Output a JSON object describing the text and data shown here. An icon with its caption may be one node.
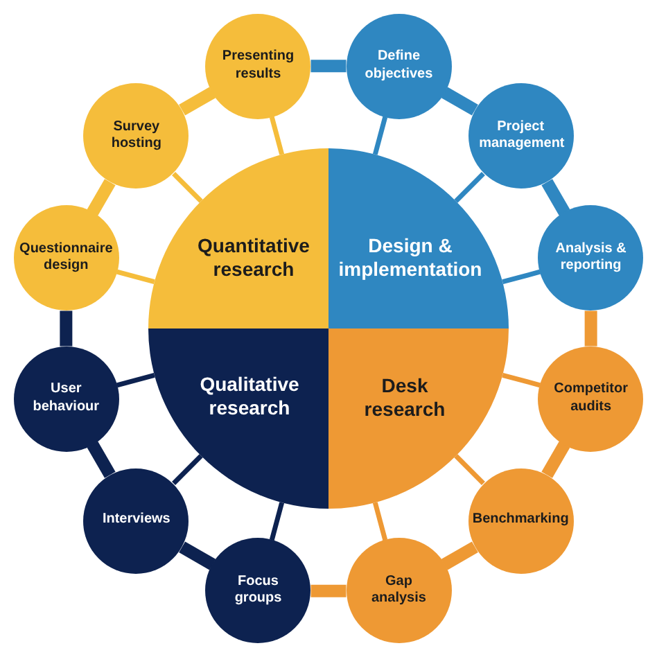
{
  "diagram": {
    "nodes": [
      {
        "text": [
          "Quantitative research"
        ]
      },
      {
        "text": [
          "Design & implementation"
        ]
      },
      {
        "text": [
          "Qualitative research"
        ]
      },
      {
        "text": [
          "Desk research"
        ]
      },
      {
        "text": [
          "Presenting results"
        ]
      },
      {
        "text": [
          "Define objectives"
        ]
      },
      {
        "text": [
          "Project management"
        ]
      },
      {
        "text": [
          "Analysis & reporting"
        ]
      },
      {
        "text": [
          "Competitor audits"
        ]
      },
      {
        "text": [
          "Benchmarking"
        ]
      },
      {
        "text": [
          "Gap analysis"
        ]
      },
      {
        "text": [
          "Focus groups"
        ]
      },
      {
        "text": [
          "Interviews"
        ]
      },
      {
        "text": [
          "User behaviour"
        ]
      },
      {
        "text": [
          "Questionnaire design"
        ]
      },
      {
        "text": [
          "Survey hosting"
        ]
      }
    ],
    "edges": [
      {
        "from": 4,
        "to": 5,
        "arrow": "none",
        "style": "thick",
        "color": "#2f87c1"
      },
      {
        "from": 5,
        "to": 6,
        "arrow": "none",
        "style": "thick",
        "color": "#2f87c1"
      },
      {
        "from": 6,
        "to": 7,
        "arrow": "none",
        "style": "thick",
        "color": "#2f87c1"
      },
      {
        "from": 7,
        "to": 8,
        "arrow": "none",
        "style": "thick",
        "color": "#ee9934"
      },
      {
        "from": 8,
        "to": 9,
        "arrow": "none",
        "style": "thick",
        "color": "#ee9934"
      },
      {
        "from": 9,
        "to": 10,
        "arrow": "none",
        "style": "thick",
        "color": "#ee9934"
      },
      {
        "from": 10,
        "to": 11,
        "arrow": "none",
        "style": "thick",
        "color": "#ee9934"
      },
      {
        "from": 11,
        "to": 12,
        "arrow": "none",
        "style": "thick",
        "color": "#0d2250"
      },
      {
        "from": 12,
        "to": 13,
        "arrow": "none",
        "style": "thick",
        "color": "#0d2250"
      },
      {
        "from": 13,
        "to": 14,
        "arrow": "none",
        "style": "thick",
        "color": "#0d2250"
      },
      {
        "from": 14,
        "to": 15,
        "arrow": "none",
        "style": "thick",
        "color": "#f5bd3b"
      },
      {
        "from": 15,
        "to": 4,
        "arrow": "none",
        "style": "thick",
        "color": "#f5bd3b"
      },
      {
        "from": 4,
        "to": 0,
        "arrow": "none",
        "color": "#f5bd3b"
      },
      {
        "from": 5,
        "to": 1,
        "arrow": "none",
        "color": "#2f87c1"
      },
      {
        "from": 6,
        "to": 1,
        "arrow": "none",
        "color": "#2f87c1"
      },
      {
        "from": 7,
        "to": 1,
        "arrow": "none",
        "color": "#2f87c1"
      },
      {
        "from": 8,
        "to": 3,
        "arrow": "none",
        "color": "#ee9934"
      },
      {
        "from": 9,
        "to": 3,
        "arrow": "none",
        "color": "#ee9934"
      },
      {
        "from": 10,
        "to": 3,
        "arrow": "none",
        "color": "#ee9934"
      },
      {
        "from": 11,
        "to": 2,
        "arrow": "none",
        "color": "#0d2250"
      },
      {
        "from": 12,
        "to": 2,
        "arrow": "none",
        "color": "#0d2250"
      },
      {
        "from": 13,
        "to": 2,
        "arrow": "none",
        "color": "#0d2250"
      },
      {
        "from": 14,
        "to": 0,
        "arrow": "none",
        "color": "#f5bd3b"
      },
      {
        "from": 15,
        "to": 0,
        "arrow": "none",
        "color": "#f5bd3b"
      }
    ]
  }
}
